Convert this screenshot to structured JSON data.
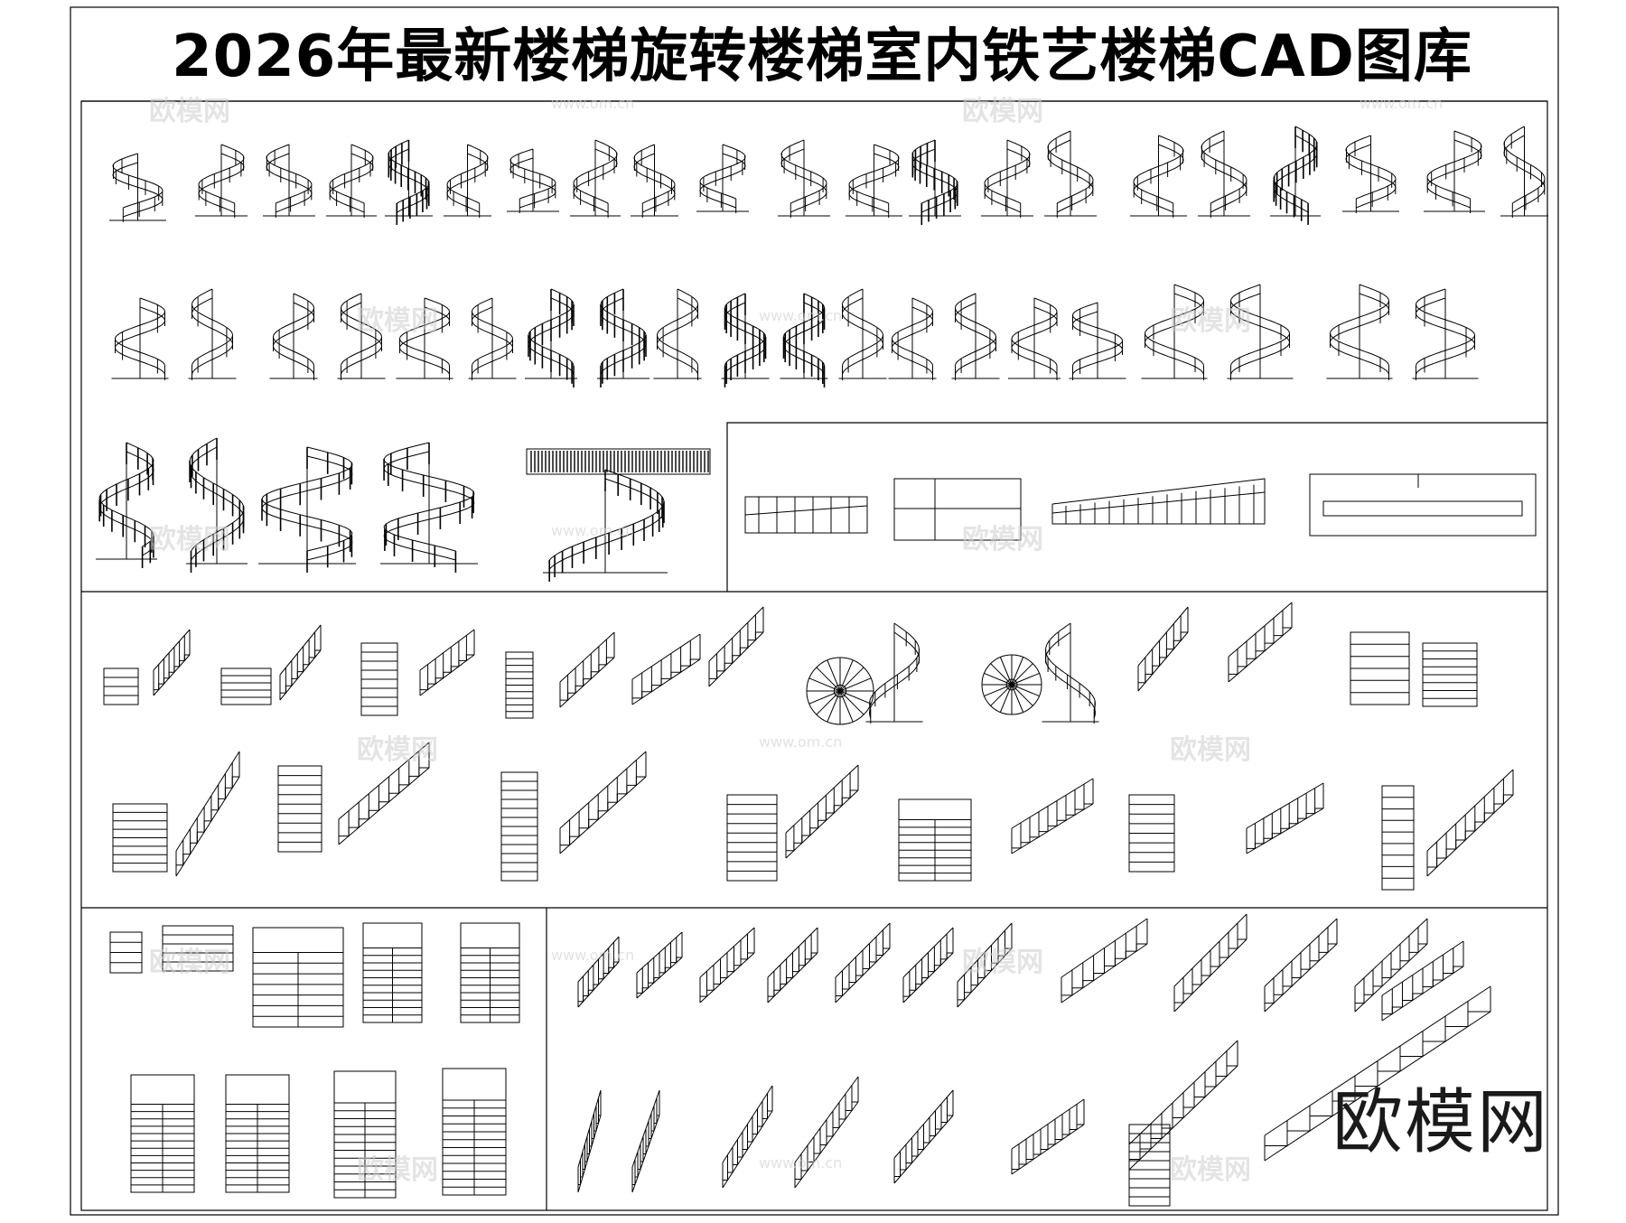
{
  "title": "2026年最新楼梯旋转楼梯室内铁艺楼梯CAD图库",
  "watermark": {
    "small": "欧模网",
    "url": "www.om.cn",
    "large": "欧模网"
  }
}
